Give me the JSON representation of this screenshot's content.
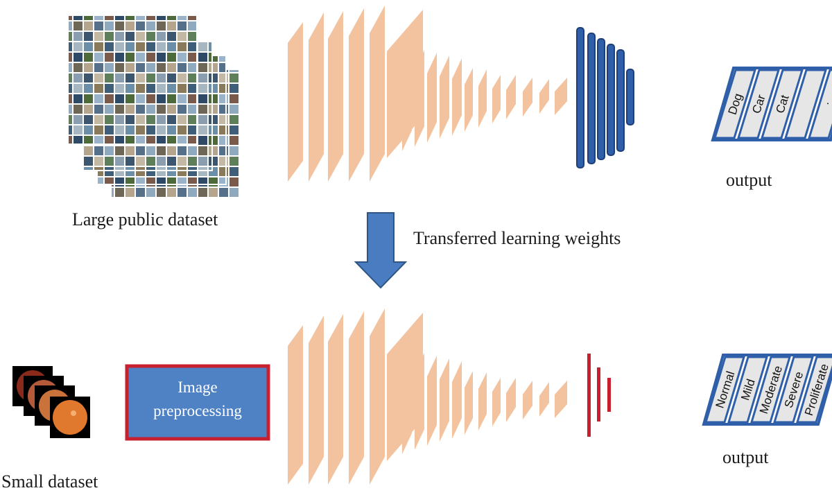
{
  "colors": {
    "layer_fill": "#F2C39E",
    "dense_fill": "#2E5FA8",
    "dense_stroke": "#1E3F78",
    "new_dense": "#C8202F",
    "arrow_fill": "#4A7CC1",
    "arrow_stroke": "#2E5584",
    "preproc_fill": "#4F82C4",
    "preproc_border": "#C8202F",
    "output_cell": "#E6E6E6",
    "output_border": "#2E5FA8"
  },
  "labels": {
    "large_dataset": "Large  public dataset",
    "transfer": "Transferred learning weights",
    "small_dataset": "Small dataset",
    "output_top": "output",
    "output_bottom": "output",
    "preprocessing_line1": "Image",
    "preprocessing_line2": "preprocessing"
  },
  "top_classes": [
    "Dog",
    "Car",
    "Cat",
    "",
    ":"
  ],
  "bottom_classes": [
    "Normal",
    "Mild",
    "Moderate",
    "Severe",
    "Proliferate"
  ],
  "icons": {
    "large_dataset": "image-grid-stack",
    "small_dataset": "fundus-image-stack",
    "transfer_arrow": "down-arrow"
  }
}
